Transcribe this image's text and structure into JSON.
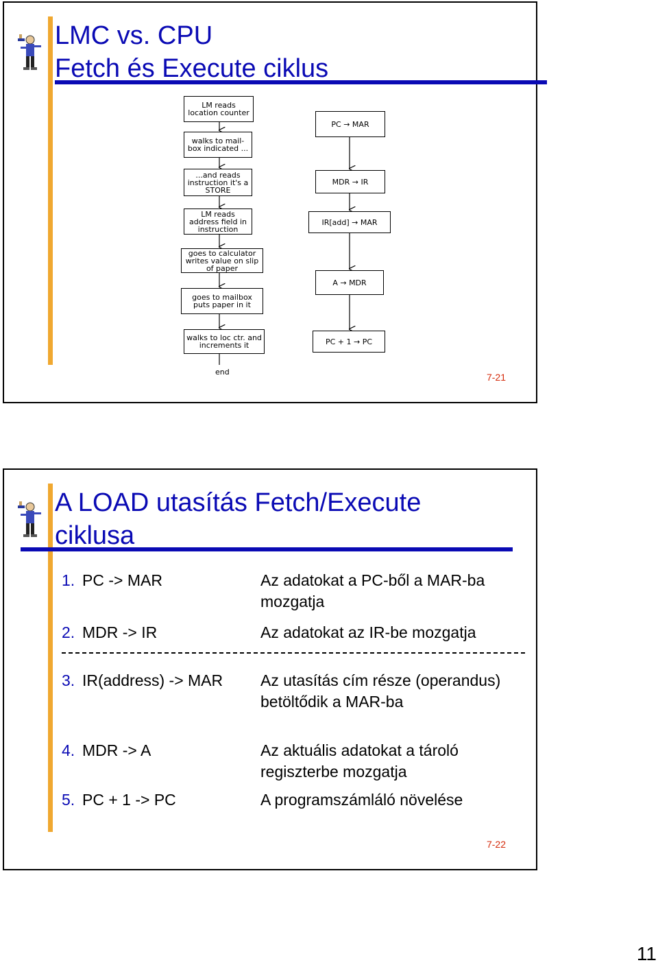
{
  "slide1": {
    "title_line1": "LMC vs. CPU",
    "title_line2": "Fetch és Execute ciklus",
    "page": "7-21",
    "lmc_flow": [
      "LM reads location counter",
      "walks to mail-box indicated ...",
      "...and reads instruction it's a STORE",
      "LM reads address field in instruction",
      "goes to calculator writes value on slip of paper",
      "goes to mailbox puts paper in it",
      "walks to loc ctr. and increments it"
    ],
    "lmc_end": "end",
    "cpu_flow": [
      "PC → MAR",
      "MDR → IR",
      "IR[add] → MAR",
      "A → MDR",
      "PC + 1 → PC"
    ]
  },
  "slide2": {
    "title_line1": "A LOAD utasítás Fetch/Execute",
    "title_line2": "ciklusa",
    "page": "7-22",
    "steps": [
      {
        "num": "1.",
        "code": "PC -> MAR",
        "desc": "Az adatokat a PC-ből a MAR-ba mozgatja"
      },
      {
        "num": "2.",
        "code": "MDR -> IR",
        "desc": "Az adatokat az IR-be mozgatja"
      },
      {
        "num": "3.",
        "code": "IR(address) -> MAR",
        "desc": "Az utasítás cím része (operandus) betöltődik a MAR-ba"
      },
      {
        "num": "4.",
        "code": "MDR -> A",
        "desc": "Az aktuális adatokat a tároló regiszterbe mozgatja"
      },
      {
        "num": "5.",
        "code": "PC + 1 -> PC",
        "desc": "A programszámláló növelése"
      }
    ]
  },
  "sheet_number": "11"
}
